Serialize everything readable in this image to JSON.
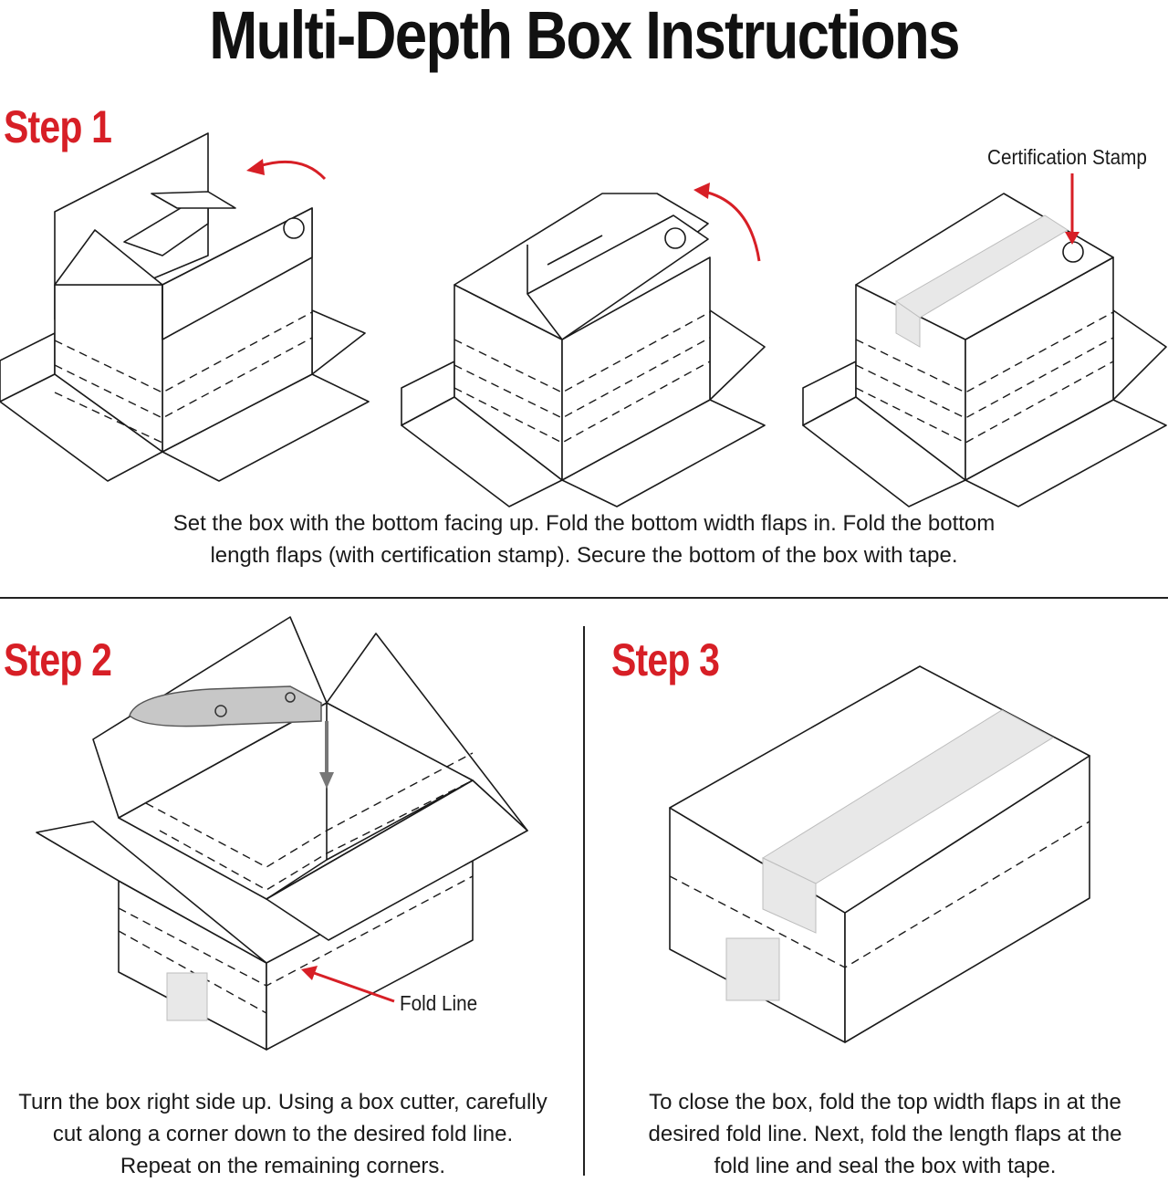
{
  "title": "Multi-Depth Box Instructions",
  "steps": [
    {
      "label": "Step 1",
      "caption_line1": "Set the box with the bottom facing up. Fold the bottom width flaps in. Fold the bottom",
      "caption_line2": "length flaps (with certification stamp). Secure the bottom of the box with tape."
    },
    {
      "label": "Step 2",
      "caption_line1": "Turn the box right side up. Using a box cutter, carefully",
      "caption_line2": "cut along a corner down to the desired fold line.",
      "caption_line3": "Repeat on the remaining corners."
    },
    {
      "label": "Step 3",
      "caption_line1": "To close the box, fold the top width flaps in at the",
      "caption_line2": "desired fold line. Next, fold the length flaps at the",
      "caption_line3": "fold line and seal the box with tape."
    }
  ],
  "callouts": {
    "certification_stamp": "Certification Stamp",
    "fold_line": "Fold Line"
  },
  "colors": {
    "accent": "#d71f26",
    "line": "#1a1a1a",
    "tape": "#e8e8e8"
  }
}
